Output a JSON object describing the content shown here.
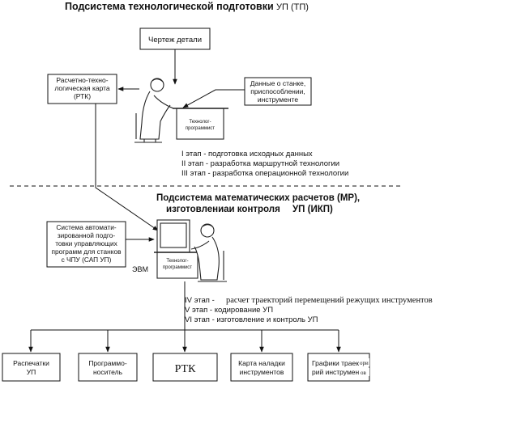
{
  "subsystem1": {
    "title_main": "Подсистема технологической подготовки",
    "title_abbr": "УП (ТП)"
  },
  "boxes": {
    "drawing": "Чертеж детали",
    "rtk_card": [
      "Расчетно-техно-",
      "логическая карта",
      "(РТК)"
    ],
    "machine_data": [
      "Данные о станке,",
      "приспособлении,",
      "инструменте"
    ],
    "cad_system": [
      "Система автомати-",
      "зированной подго-",
      "товки управляющих",
      "программ для станков",
      "с ЧПУ (САП УП)"
    ]
  },
  "desk1_label": [
    "Технолог-",
    "программист"
  ],
  "desk2_label": [
    "Технолог-",
    "программист"
  ],
  "stages1": [
    "I этап - подготовка исходных данных",
    "II этап - разработка маршрутной технологии",
    "III этап - разработка операционной технологии"
  ],
  "subsystem2": {
    "title_line1": "Подсистема математических расчетов (МР),",
    "title_line2": "изготовлениаи контроля",
    "title_abbr": "УП (ИКП)"
  },
  "evm_label": "ЭВМ",
  "stages2": {
    "stage4_prefix": "IV этап -",
    "stage4_text": "расчет траекторий перемещений режущих инструментов",
    "stage5": "V этап - кодирование УП",
    "stage6": "VI этап - изготовление и контроль УП"
  },
  "outputs": {
    "printouts": [
      "Распечатки",
      "УП"
    ],
    "carrier": [
      "Программо-",
      "носитель"
    ],
    "rtk": "РТК",
    "setup_card": [
      "Карта наладки",
      "инструментов"
    ],
    "tool_graphs_line1": "Графики траект",
    "tool_graphs_overlay1": "ори",
    "tool_graphs_line2": "рий инструмент",
    "tool_graphs_overlay2": "ов"
  }
}
